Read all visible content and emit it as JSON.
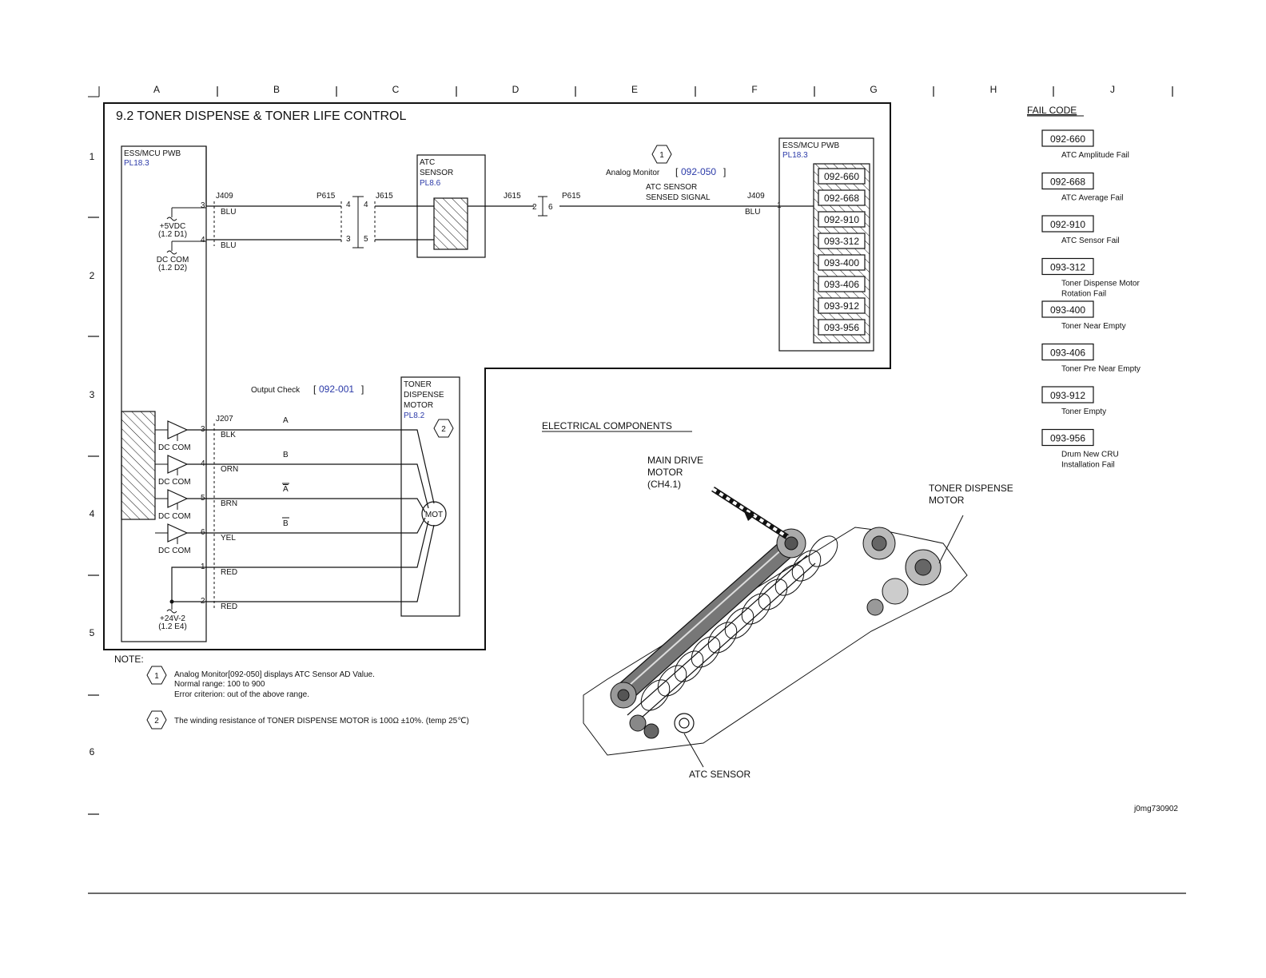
{
  "grid": {
    "columns": [
      "A",
      "B",
      "C",
      "D",
      "E",
      "F",
      "G",
      "H",
      "J"
    ],
    "rows": [
      "1",
      "2",
      "3",
      "4",
      "5",
      "6"
    ]
  },
  "title": "9.2 TONER DISPENSE & TONER LIFE CONTROL",
  "ess_left": {
    "label": "ESS/MCU PWB",
    "ref": "PL18.3"
  },
  "ess_right": {
    "label": "ESS/MCU PWB",
    "ref": "PL18.3"
  },
  "atc_sensor": {
    "label1": "ATC",
    "label2": "SENSOR",
    "ref": "PL8.6"
  },
  "connectors": {
    "j409": "J409",
    "p615_left": "P615",
    "j615_left": "J615",
    "j615_right": "J615",
    "p615_right": "P615",
    "j409_right": "J409",
    "j207": "J207"
  },
  "pins": {
    "p3": "3",
    "p4": "4",
    "p4a": "4",
    "p4b": "4",
    "p3b": "3",
    "p5b": "5",
    "p2": "2",
    "p6": "6",
    "p1": "1",
    "m3": "3",
    "m4": "4",
    "m5": "5",
    "m6": "6",
    "m1": "1",
    "m2": "2"
  },
  "wire_colors": {
    "blu1": "BLU",
    "blu2": "BLU",
    "blu3": "BLU",
    "blk": "BLK",
    "orn": "ORN",
    "brn": "BRN",
    "yel": "YEL",
    "red1": "RED",
    "red2": "RED"
  },
  "power": {
    "v5": "+5VDC",
    "v5_ref": "(1.2 D1)",
    "dccom": "DC COM",
    "dccom_ref": "(1.2 D2)",
    "dc1": "DC COM",
    "dc2": "DC COM",
    "dc3": "DC COM",
    "dc4": "DC COM",
    "v24": "+24V-2",
    "v24_ref": "(1.2 E4)"
  },
  "analog_monitor": {
    "num": "1",
    "label": "Analog Monitor",
    "code": "092-050",
    "signal1": "ATC SENSOR",
    "signal2": "SENSED SIGNAL"
  },
  "output_check": {
    "label": "Output Check",
    "code": "092-001"
  },
  "motor_box": {
    "l1": "TONER",
    "l2": "DISPENSE",
    "l3": "MOTOR",
    "ref": "PL8.2",
    "num": "2",
    "mot": "MOT"
  },
  "phases": {
    "a": "A",
    "b": "B",
    "abar": "A",
    "bbar": "B"
  },
  "fail_codes_in_box": [
    "092-660",
    "092-668",
    "092-910",
    "093-312",
    "093-400",
    "093-406",
    "093-912",
    "093-956"
  ],
  "fail_code": {
    "heading": "FAIL CODE",
    "items": [
      {
        "code": "092-660",
        "desc": [
          "ATC Amplitude Fail"
        ]
      },
      {
        "code": "092-668",
        "desc": [
          "ATC Average Fail"
        ]
      },
      {
        "code": "092-910",
        "desc": [
          "ATC Sensor Fail"
        ]
      },
      {
        "code": "093-312",
        "desc": [
          "Toner Dispense Motor",
          "Rotation Fail"
        ]
      },
      {
        "code": "093-400",
        "desc": [
          "Toner Near Empty"
        ]
      },
      {
        "code": "093-406",
        "desc": [
          "Toner Pre Near Empty"
        ]
      },
      {
        "code": "093-912",
        "desc": [
          "Toner Empty"
        ]
      },
      {
        "code": "093-956",
        "desc": [
          "Drum New CRU",
          "Installation Fail"
        ]
      }
    ]
  },
  "electrical": {
    "heading": "ELECTRICAL COMPONENTS",
    "main1": "MAIN DRIVE",
    "main2": "MOTOR",
    "main3": "(CH4.1)",
    "tdm1": "TONER DISPENSE",
    "tdm2": "MOTOR",
    "atc": "ATC SENSOR"
  },
  "notes": {
    "heading": "NOTE:",
    "n1_num": "1",
    "n1_l1": "Analog Monitor[092-050] displays ATC Sensor AD Value.",
    "n1_l2": "Normal range: 100 to 900",
    "n1_l3": "Error criterion: out of the above range.",
    "n2_num": "2",
    "n2_l1": "The winding resistance of TONER DISPENSE  MOTOR is 100Ω ±10%. (temp 25℃)"
  },
  "figure_id": "j0mg730902"
}
